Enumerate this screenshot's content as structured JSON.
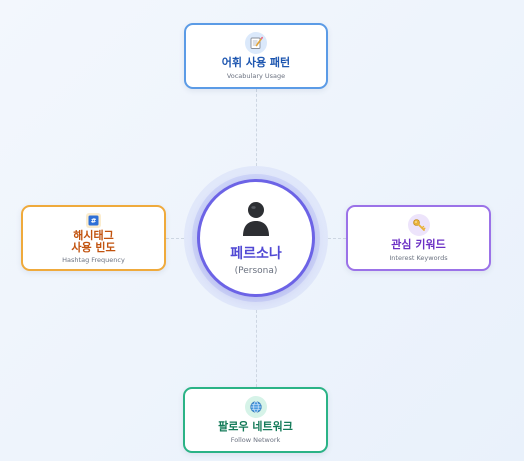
{
  "center": {
    "title": "페르소나",
    "subtitle": "(Persona)",
    "icon": "person-icon"
  },
  "nodes": {
    "top": {
      "title": "어휘 사용 패턴",
      "subtitle": "Vocabulary Usage",
      "icon": "memo-icon",
      "color": "#5b9be6"
    },
    "right": {
      "title": "관심 키워드",
      "subtitle": "Interest Keywords",
      "icon": "key-icon",
      "color": "#9b72e8"
    },
    "bottom": {
      "title": "팔로우 네트워크",
      "subtitle": "Follow Network",
      "icon": "globe-icon",
      "color": "#2bb386"
    },
    "left": {
      "title_line1": "해시태그",
      "title_line2": "사용 빈도",
      "subtitle": "Hashtag Frequency",
      "icon": "hashtag-icon",
      "color": "#efaa3c"
    }
  }
}
